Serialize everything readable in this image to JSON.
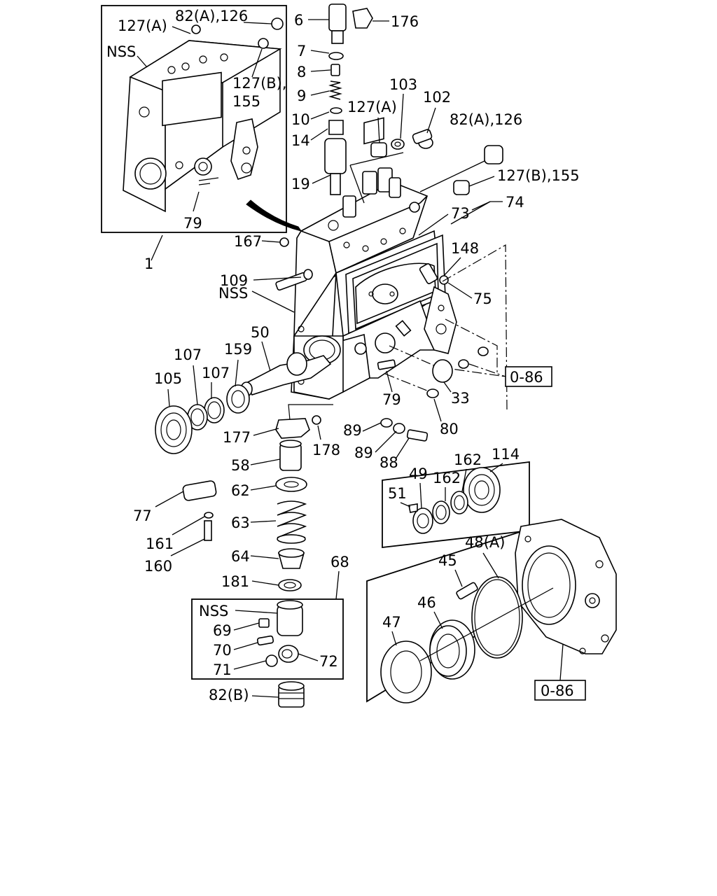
{
  "diagram": {
    "callouts": [
      {
        "id": "c-127a-inset",
        "text": "127(A)"
      },
      {
        "id": "c-82a-inset",
        "text": "82(A),126"
      },
      {
        "id": "c-nss-inset",
        "text": "NSS"
      },
      {
        "id": "c-127b-inset-1",
        "text": "127(B),"
      },
      {
        "id": "c-127b-inset-2",
        "text": "155"
      },
      {
        "id": "c-79-inset",
        "text": "79"
      },
      {
        "id": "c-1",
        "text": "1"
      },
      {
        "id": "c-6",
        "text": "6"
      },
      {
        "id": "c-176",
        "text": "176"
      },
      {
        "id": "c-7",
        "text": "7"
      },
      {
        "id": "c-8",
        "text": "8"
      },
      {
        "id": "c-9",
        "text": "9"
      },
      {
        "id": "c-10",
        "text": "10"
      },
      {
        "id": "c-14",
        "text": "14"
      },
      {
        "id": "c-19",
        "text": "19"
      },
      {
        "id": "c-103",
        "text": "103"
      },
      {
        "id": "c-102",
        "text": "102"
      },
      {
        "id": "c-127a",
        "text": "127(A)"
      },
      {
        "id": "c-82a",
        "text": "82(A),126"
      },
      {
        "id": "c-127b",
        "text": "127(B),155"
      },
      {
        "id": "c-73",
        "text": "73"
      },
      {
        "id": "c-74",
        "text": "74"
      },
      {
        "id": "c-167",
        "text": "167"
      },
      {
        "id": "c-109",
        "text": "109"
      },
      {
        "id": "c-nss-main",
        "text": "NSS"
      },
      {
        "id": "c-148",
        "text": "148"
      },
      {
        "id": "c-75",
        "text": "75"
      },
      {
        "id": "c-50",
        "text": "50"
      },
      {
        "id": "c-107a",
        "text": "107"
      },
      {
        "id": "c-159",
        "text": "159"
      },
      {
        "id": "c-105",
        "text": "105"
      },
      {
        "id": "c-107b",
        "text": "107"
      },
      {
        "id": "c-33",
        "text": "33"
      },
      {
        "id": "c-79",
        "text": "79"
      },
      {
        "id": "c-80",
        "text": "80"
      },
      {
        "id": "c-177",
        "text": "177"
      },
      {
        "id": "c-178",
        "text": "178"
      },
      {
        "id": "c-89a",
        "text": "89"
      },
      {
        "id": "c-89b",
        "text": "89"
      },
      {
        "id": "c-88",
        "text": "88"
      },
      {
        "id": "c-58",
        "text": "58"
      },
      {
        "id": "c-62",
        "text": "62"
      },
      {
        "id": "c-77",
        "text": "77"
      },
      {
        "id": "c-63",
        "text": "63"
      },
      {
        "id": "c-161",
        "text": "161"
      },
      {
        "id": "c-160",
        "text": "160"
      },
      {
        "id": "c-64",
        "text": "64"
      },
      {
        "id": "c-181",
        "text": "181"
      },
      {
        "id": "c-68",
        "text": "68"
      },
      {
        "id": "c-nss-box",
        "text": "NSS"
      },
      {
        "id": "c-69",
        "text": "69"
      },
      {
        "id": "c-70",
        "text": "70"
      },
      {
        "id": "c-71",
        "text": "71"
      },
      {
        "id": "c-72",
        "text": "72"
      },
      {
        "id": "c-82b",
        "text": "82(B)"
      },
      {
        "id": "c-114",
        "text": "114"
      },
      {
        "id": "c-162a",
        "text": "162"
      },
      {
        "id": "c-162b",
        "text": "162"
      },
      {
        "id": "c-49",
        "text": "49"
      },
      {
        "id": "c-51",
        "text": "51"
      },
      {
        "id": "c-48a",
        "text": "48(A)"
      },
      {
        "id": "c-45",
        "text": "45"
      },
      {
        "id": "c-46",
        "text": "46"
      },
      {
        "id": "c-47",
        "text": "47"
      }
    ],
    "references": [
      {
        "id": "ref-0-86-upper",
        "text": "0-86"
      },
      {
        "id": "ref-0-86-lower",
        "text": "0-86"
      }
    ]
  }
}
